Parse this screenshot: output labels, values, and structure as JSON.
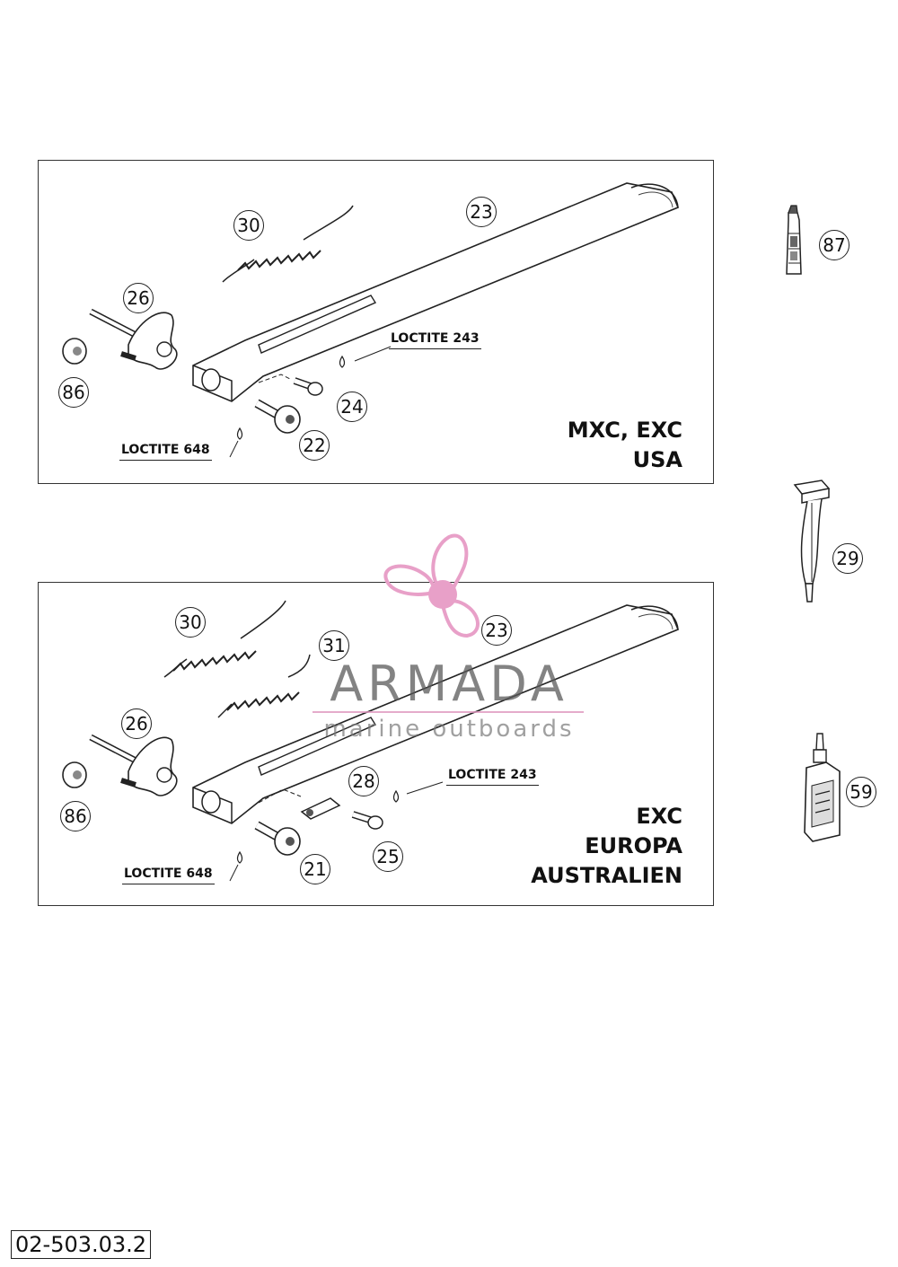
{
  "panels": {
    "top": {
      "region_lines": [
        "MXC, EXC",
        "USA"
      ],
      "notes": [
        "LOCTITE 243",
        "LOCTITE 648"
      ],
      "callouts": [
        "30",
        "23",
        "26",
        "86",
        "24",
        "22"
      ]
    },
    "bottom": {
      "region_lines": [
        "EXC",
        "EUROPA",
        "AUSTRALIEN"
      ],
      "notes": [
        "LOCTITE 243",
        "LOCTITE 648"
      ],
      "callouts": [
        "30",
        "31",
        "23",
        "26",
        "86",
        "28",
        "25",
        "21"
      ]
    }
  },
  "side_parts": [
    "87",
    "29",
    "59"
  ],
  "document_code": "02-503.03.2",
  "watermark": {
    "title": "ARMADA",
    "subtitle": "marine outboards",
    "accent_color": "#e8a0c8"
  }
}
